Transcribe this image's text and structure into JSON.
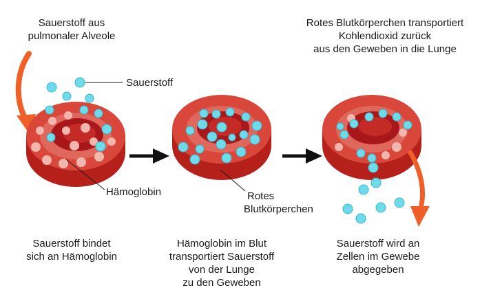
{
  "top_left_caption": [
    "Sauerstoff aus",
    "pulmonaler Alveole"
  ],
  "top_right_caption": [
    "Rotes Blutkörperchen transportiert",
    "Kohlendioxid zurück",
    "aus den Geweben in die Lunge"
  ],
  "labels": {
    "oxygen": "Sauerstoff",
    "hemoglobin": "Hämoglobin",
    "red_blood_cell": [
      "Rotes",
      "Blutkörperchen"
    ]
  },
  "steps": [
    {
      "caption": [
        "Sauerstoff bindet",
        "sich an Hämoglobin"
      ]
    },
    {
      "caption": [
        "Hämoglobin im Blut",
        "transportiert Sauerstoff",
        "von der Lunge",
        "zu den Geweben"
      ]
    },
    {
      "caption": [
        "Sauerstoff wird an",
        "Zellen im Gewebe",
        "abgegeben"
      ]
    }
  ],
  "colors": {
    "cell_side": "#b5201b",
    "cell_top": "#d9463a",
    "cell_rim_band": "#e0675b",
    "cell_center": "#a8181a",
    "cell_inner": "#c52b26",
    "hemoglobin": "#f2b6ad",
    "oxygen": "#6fdaea",
    "oxygen_stroke": "#3bb5ca",
    "curve_arrow": "#ef5f28",
    "step_arrow": "#111111"
  }
}
